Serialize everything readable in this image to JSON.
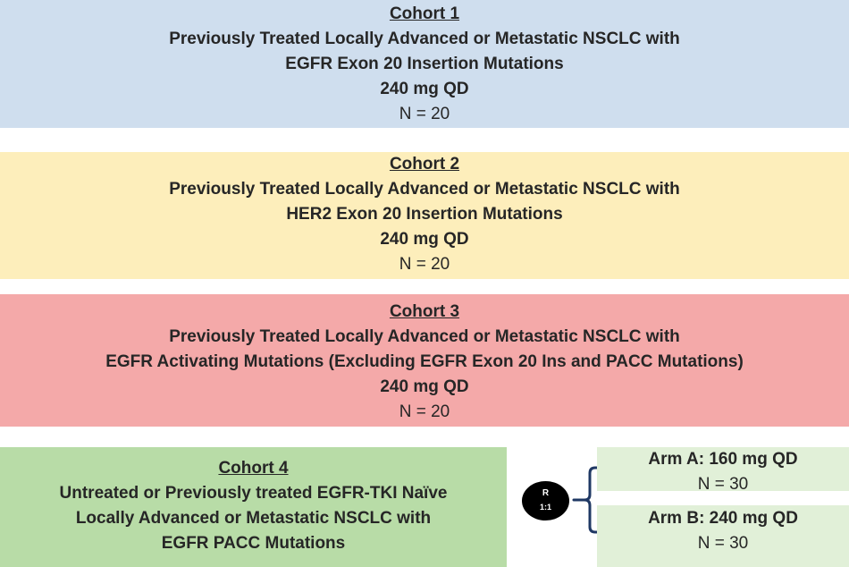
{
  "colors": {
    "cohort1_bg": "#cfdeee",
    "cohort2_bg": "#fdeebb",
    "cohort3_bg": "#f4a9a9",
    "cohort4_bg": "#b8dca7",
    "arm_bg": "#e1f0d8",
    "bracket": "#1f3864",
    "randomizer_bg": "#000000"
  },
  "cohorts": [
    {
      "title": "Cohort 1",
      "lines": [
        "Previously Treated Locally Advanced or Metastatic NSCLC with",
        "EGFR Exon 20 Insertion Mutations"
      ],
      "dose": "240 mg QD",
      "n": "N = 20"
    },
    {
      "title": "Cohort 2",
      "lines": [
        "Previously Treated Locally Advanced or Metastatic NSCLC with",
        "HER2 Exon 20 Insertion Mutations"
      ],
      "dose": "240 mg QD",
      "n": "N = 20"
    },
    {
      "title": "Cohort 3",
      "lines": [
        "Previously Treated Locally Advanced or Metastatic NSCLC with",
        "EGFR Activating Mutations (Excluding EGFR Exon 20 Ins and PACC Mutations)"
      ],
      "dose": "240 mg QD",
      "n": "N = 20"
    },
    {
      "title": "Cohort 4",
      "lines": [
        "Untreated or Previously treated EGFR-TKI Naïve",
        "Locally Advanced or Metastatic NSCLC with",
        "EGFR PACC Mutations"
      ]
    }
  ],
  "randomizer": {
    "label": "R",
    "ratio": "1:1"
  },
  "arms": [
    {
      "dose": "Arm A: 160 mg QD",
      "n": "N = 30"
    },
    {
      "dose": "Arm B: 240 mg QD",
      "n": "N = 30"
    }
  ]
}
